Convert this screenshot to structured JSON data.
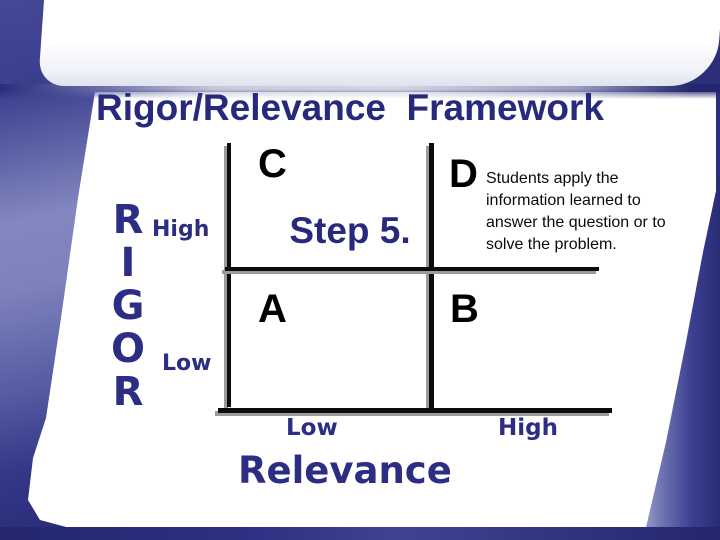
{
  "title": {
    "line1": "Rigor/Relevance  Framework",
    "line2": "Step 5."
  },
  "y_axis": {
    "word": "RIGOR",
    "letters": [
      "R",
      "I",
      "G",
      "O",
      "R"
    ],
    "high_label": "High",
    "low_label": "Low"
  },
  "x_axis": {
    "low_label": "Low",
    "high_label": "High",
    "title": "Relevance"
  },
  "quadrants": {
    "top_left": "C",
    "top_right": "D",
    "bottom_left": "A",
    "bottom_right": "B"
  },
  "annotation": {
    "full_text": "Students apply the information learned to answer the question or to solve the problem.",
    "lines": [
      "Students apply the",
      "information learned to",
      "answer the question or to",
      "solve the problem."
    ]
  },
  "colors": {
    "navy_text": "#272a7c",
    "label_navy": "#2b2e83",
    "quadrant_letter_black": "#000000",
    "slide_navy": "#2b2e7a",
    "accent_light_blue": "#8287bf",
    "line_black": "#0c0c0c",
    "line_shadow_gray": "#9b9b9b",
    "card_white": "#ffffff"
  }
}
